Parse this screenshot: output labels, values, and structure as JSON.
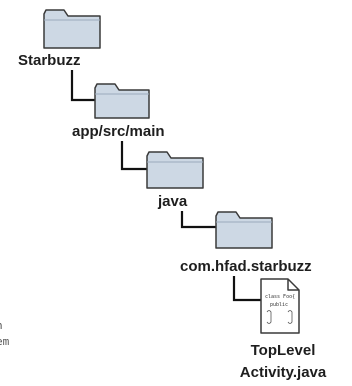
{
  "tree": {
    "folders": [
      {
        "label": "Starbuzz",
        "icon": "folder-icon"
      },
      {
        "label": "app/src/main",
        "icon": "folder-icon"
      },
      {
        "label": "java",
        "icon": "folder-icon"
      },
      {
        "label": "com.hfad.starbuzz",
        "icon": "folder-icon"
      }
    ],
    "file": {
      "line1": "TopLevel",
      "line2": "Activity.java",
      "icon": "java-file-icon",
      "icon_text": [
        "class Foo{",
        "public"
      ]
    }
  },
  "colors": {
    "folder_fill": "#cdd8e4",
    "folder_stroke": "#3a3a3a",
    "connector": "#111111",
    "text": "#1e1e1e"
  }
}
